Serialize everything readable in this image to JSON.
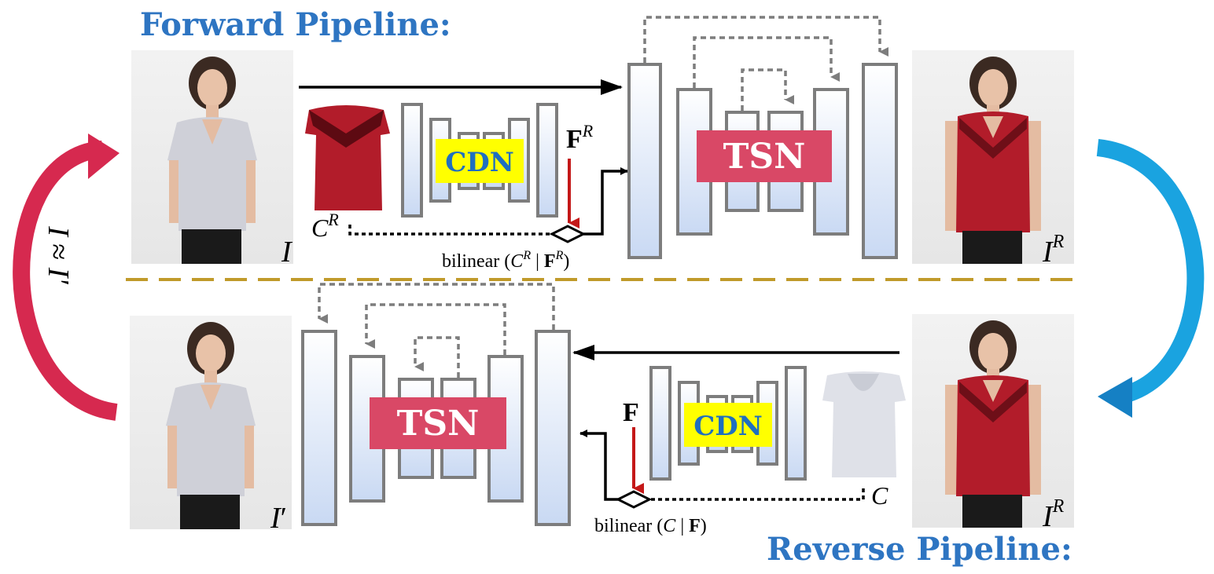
{
  "titles": {
    "forward": "Forward Pipeline:",
    "reverse": "Reverse Pipeline:"
  },
  "modules": {
    "cdn": "CDN",
    "tsn": "TSN"
  },
  "labels": {
    "input_image": "I",
    "target_cloth": "C",
    "flow": "F",
    "warp_forward": "bilinear (C",
    "warp_forward_sep": " | ",
    "warp_forward_end": ")",
    "warp_reverse_prefix": "bilinear (",
    "warp_reverse_mid": " | ",
    "warp_reverse_end": ")",
    "superscript_r": "R",
    "prime": "′",
    "cycle_constraint_lhs": "I",
    "cycle_constraint_op": " ≈ ",
    "cycle_constraint_rhs": "I′"
  },
  "colors": {
    "title_blue": "#2e75c2",
    "cdn_fill": "#ffff00",
    "cdn_text": "#1f6fc0",
    "tsn_fill": "#d94866",
    "tsn_text": "#ffffff",
    "red_arrow": "#d6294f",
    "blue_arrow": "#1aa3e0",
    "divider": "#c09a2a",
    "flow_arrow": "#c41818"
  }
}
